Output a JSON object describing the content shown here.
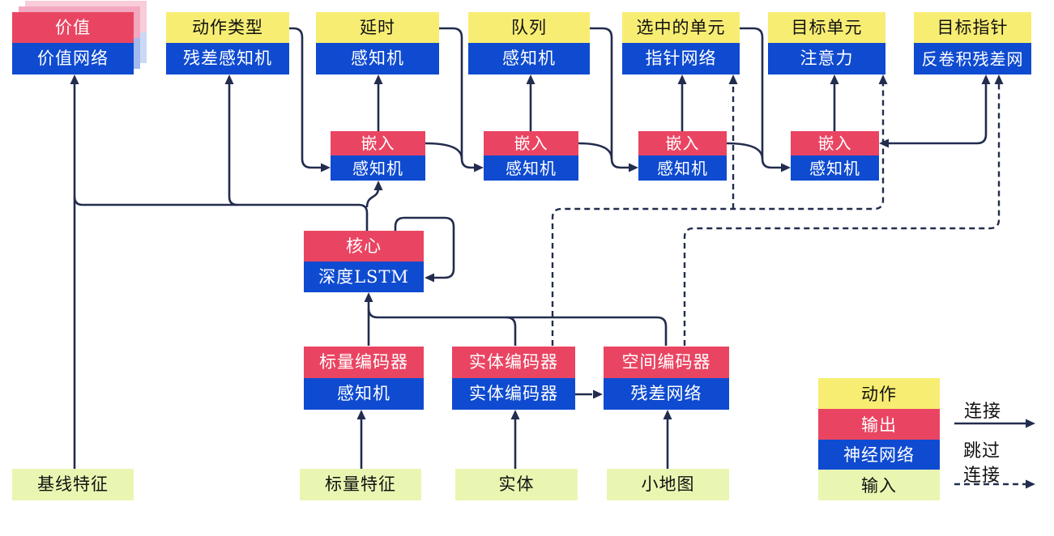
{
  "diagram": {
    "title_hint": "agent-architecture-flow-diagram",
    "heads": [
      {
        "id": "value",
        "top": "价值",
        "bottom": "价值网络"
      },
      {
        "id": "action-type",
        "top": "动作类型",
        "bottom": "残差感知机"
      },
      {
        "id": "delay",
        "top": "延时",
        "bottom": "感知机"
      },
      {
        "id": "queued",
        "top": "队列",
        "bottom": "感知机"
      },
      {
        "id": "selected-units",
        "top": "选中的单元",
        "bottom": "指针网络"
      },
      {
        "id": "target-unit",
        "top": "目标单元",
        "bottom": "注意力"
      },
      {
        "id": "target-point",
        "top": "目标指针",
        "bottom": "反卷积残差网"
      }
    ],
    "embeddings": [
      {
        "top": "嵌入",
        "bottom": "感知机"
      },
      {
        "top": "嵌入",
        "bottom": "感知机"
      },
      {
        "top": "嵌入",
        "bottom": "感知机"
      },
      {
        "top": "嵌入",
        "bottom": "感知机"
      }
    ],
    "core": {
      "top": "核心",
      "bottom": "深度LSTM"
    },
    "encoders": [
      {
        "id": "scalar-encoder",
        "top": "标量编码器",
        "bottom": "感知机"
      },
      {
        "id": "entity-encoder",
        "top": "实体编码器",
        "bottom": "实体编码器"
      },
      {
        "id": "spatial-encoder",
        "top": "空间编码器",
        "bottom": "残差网络"
      }
    ],
    "inputs": [
      "基线特征",
      "标量特征",
      "实体",
      "小地图"
    ],
    "legend": {
      "rows": [
        {
          "label": "动作",
          "color": "yellow"
        },
        {
          "label": "输出",
          "color": "pink"
        },
        {
          "label": "神经网络",
          "color": "blue"
        },
        {
          "label": "输入",
          "color": "green"
        }
      ],
      "solid_arrow_label": "连接",
      "dashed_arrow_label_line1": "跳过",
      "dashed_arrow_label_line2": "连接"
    },
    "colors": {
      "action_yellow": "#F7ED72",
      "output_pink": "#E94562",
      "network_blue": "#0F4BD0",
      "input_green": "#E9F6B2",
      "wire_navy": "#222C4E"
    }
  }
}
